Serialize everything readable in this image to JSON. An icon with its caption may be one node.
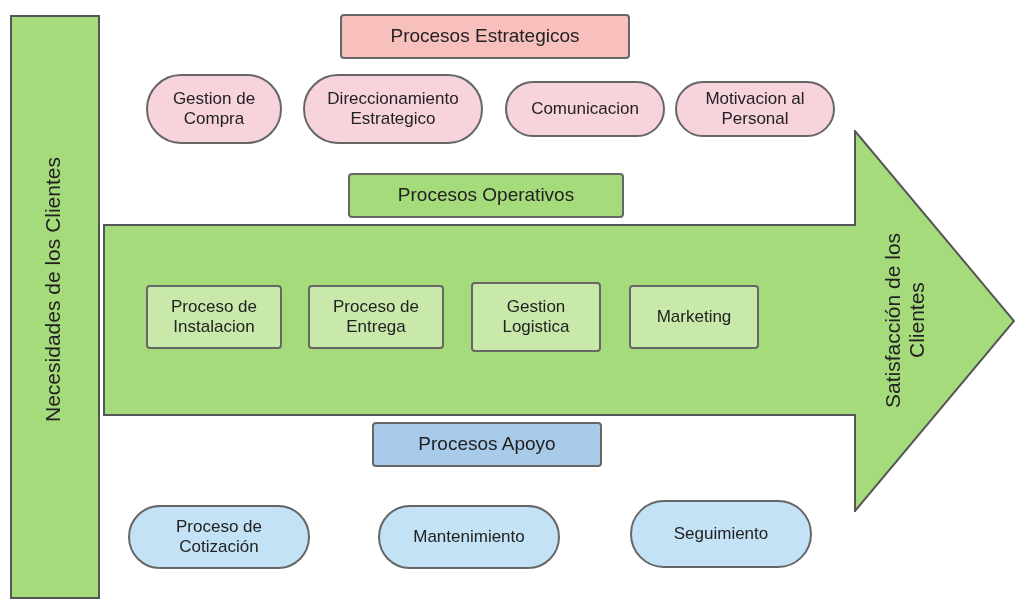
{
  "diagram": {
    "nodes": [
      {
        "text": [
          "Necesidades de los Clientes"
        ]
      },
      {
        "text": [
          "Procesos Estrategicos"
        ]
      },
      {
        "text": [
          "Gestion de Compra"
        ]
      },
      {
        "text": [
          "Direccionamiento Estrategico"
        ]
      },
      {
        "text": [
          "Comunicacion"
        ]
      },
      {
        "text": [
          "Motivacion al Personal"
        ]
      },
      {
        "text": [
          "Procesos Operativos"
        ]
      },
      {
        "text": [
          "Satisfacción de los Clientes"
        ]
      },
      {
        "text": [
          "Proceso de Instalacion"
        ],
        "in": 7
      },
      {
        "text": [
          "Proceso de Entrega"
        ],
        "in": 7
      },
      {
        "text": [
          "Gestion Logistica"
        ],
        "in": 7
      },
      {
        "text": [
          "Marketing"
        ],
        "in": 7
      },
      {
        "text": [
          "Procesos Apoyo"
        ]
      },
      {
        "text": [
          "Proceso de Cotización"
        ]
      },
      {
        "text": [
          "Mantenimiento"
        ]
      },
      {
        "text": [
          "Seguimiento"
        ]
      }
    ]
  }
}
